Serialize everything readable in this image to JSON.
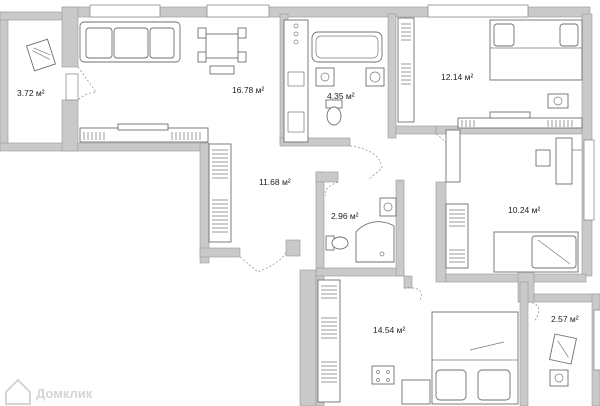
{
  "plan": {
    "rooms": [
      {
        "id": "balcony-left",
        "area": "3.72 м²"
      },
      {
        "id": "kitchen-living",
        "area": "16.78 м²"
      },
      {
        "id": "bathroom-main",
        "area": "4.35 м²"
      },
      {
        "id": "bedroom-top",
        "area": "12.14 м²"
      },
      {
        "id": "hallway",
        "area": "11.68 м²"
      },
      {
        "id": "bathroom-small",
        "area": "2.96 м²"
      },
      {
        "id": "bedroom-mid",
        "area": "10.24 м²"
      },
      {
        "id": "balcony-right",
        "area": "2.57 м²"
      },
      {
        "id": "bedroom-bottom",
        "area": "14.54 м²"
      }
    ],
    "watermark": "Домклик",
    "colors": {
      "wall": "#c9c9c9",
      "line": "#6f6f6f",
      "background": "#ffffff"
    }
  }
}
